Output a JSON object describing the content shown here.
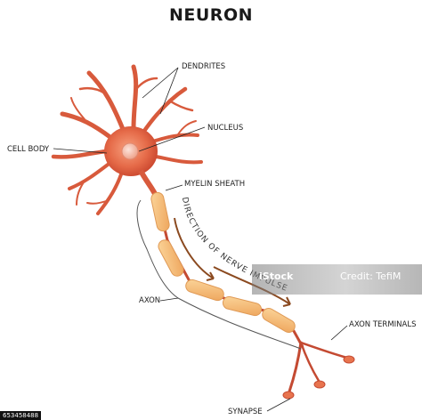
{
  "title": "NEURON",
  "labels": {
    "dendrites": "DENDRITES",
    "nucleus": "NUCLEUS",
    "cell_body": "CELL BODY",
    "myelin_sheath": "MYELIN SHEATH",
    "axon": "AXON",
    "axon_terminals": "AXON TERMINALS",
    "synapse": "SYNAPSE",
    "direction": "DIRECTION OF NERVE IMPULSE"
  },
  "watermark": {
    "mark": "iStock",
    "credit": "Credit: TefiM"
  },
  "stock_id": "653458488",
  "colors": {
    "cell_body": "#e56a48",
    "dendrite": "#d85a3c",
    "nucleus": "#f4b8a6",
    "myelin": "#f6c07a",
    "axon": "#c44a32",
    "arrow": "#8b4a20",
    "leader_line": "#222222"
  }
}
